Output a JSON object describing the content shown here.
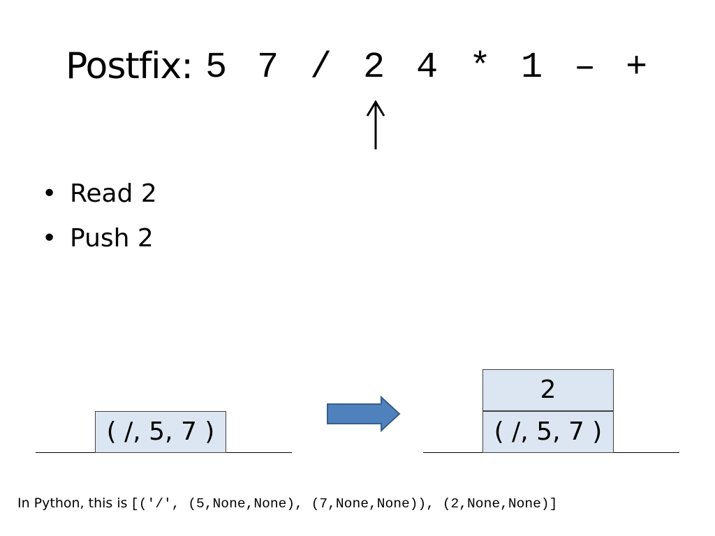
{
  "title": {
    "label": "Postfix:",
    "tokens": [
      "5",
      "7",
      "/",
      "2",
      "4",
      "*",
      "1",
      "–",
      "+"
    ]
  },
  "bullets": [
    {
      "marker": "•",
      "text": "Read 2"
    },
    {
      "marker": "•",
      "text": "Push 2"
    }
  ],
  "stack_before": {
    "items": [
      "( /, 5, 7 )"
    ]
  },
  "stack_after": {
    "items": [
      "2",
      "( /, 5, 7 )"
    ]
  },
  "colors": {
    "stack_fill": "#dce6f2",
    "arrow_fill": "#4f81bd",
    "arrow_stroke": "#385d8a"
  },
  "python": {
    "prefix": "In Python, this is",
    "code": "[('/', (5,None,None), (7,None,None)), (2,None,None)]"
  }
}
